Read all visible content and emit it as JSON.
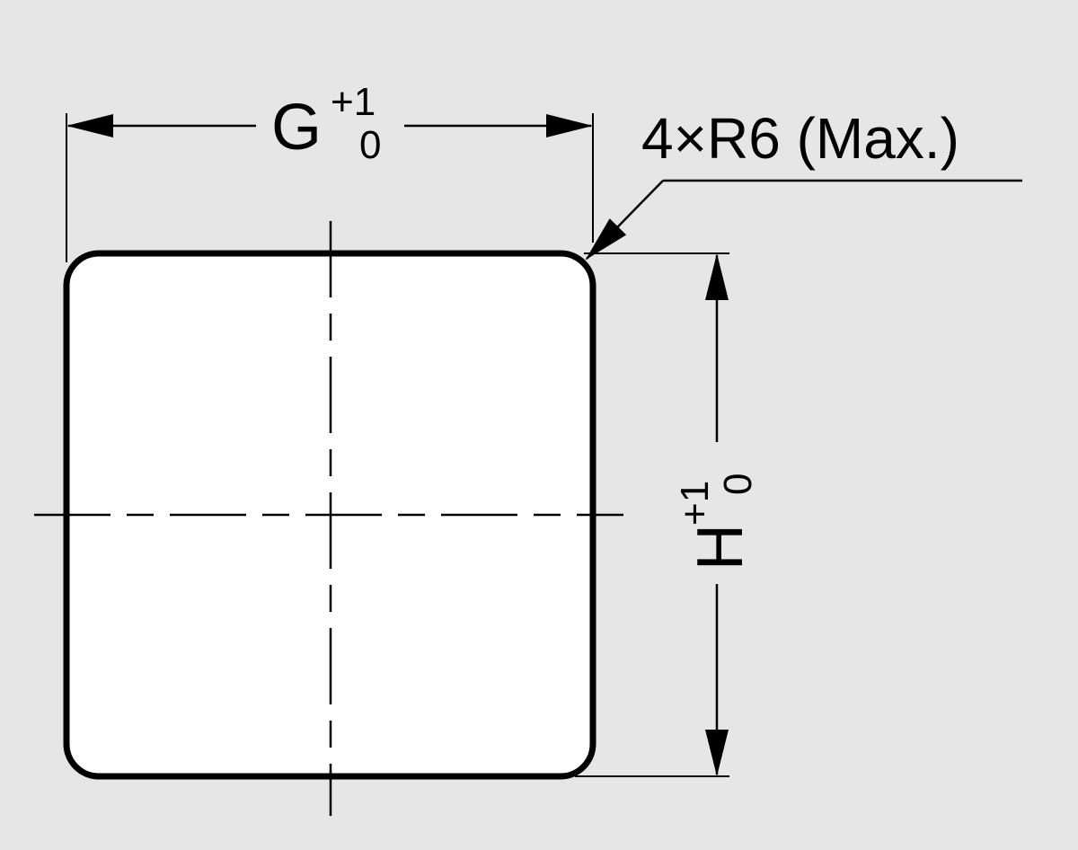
{
  "colors": {
    "background": "#e6e6e6",
    "ink": "#000000",
    "cutout_fill": "#ffffff"
  },
  "width_dimension": {
    "symbol": "G",
    "upper_tolerance": "+1",
    "lower_tolerance": "0"
  },
  "height_dimension": {
    "symbol": "H",
    "upper_tolerance": "+1",
    "lower_tolerance": "0"
  },
  "corner_callout": {
    "text": "4×R6 (Max.)"
  }
}
